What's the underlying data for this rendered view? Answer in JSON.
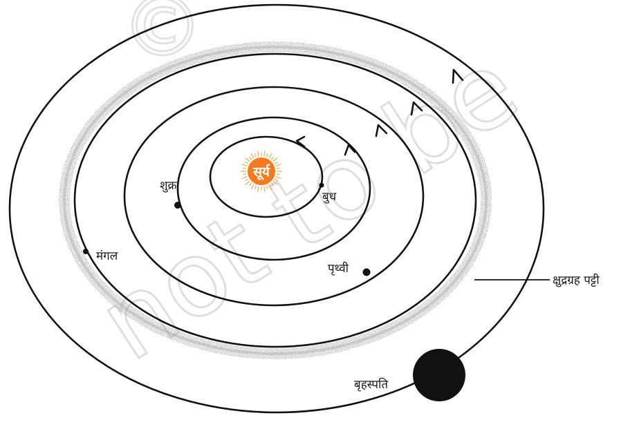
{
  "diagram": {
    "labels": {
      "sun": "सूर्य",
      "mercury": "बुध",
      "venus": "शुक्र",
      "earth": "पृथ्वी",
      "mars": "मंगल",
      "jupiter": "बृहस्पति",
      "asteroid_belt": "क्षुद्रग्रह पट्टी"
    },
    "watermark": "not to be",
    "copyright": "©"
  },
  "colors": {
    "sun_core": "#f47a1f",
    "sun_rays": "#f7a63f",
    "orbit": "#111111",
    "planet": "#111111",
    "belt": "#8c8c8c",
    "watermark": "#dedede"
  }
}
